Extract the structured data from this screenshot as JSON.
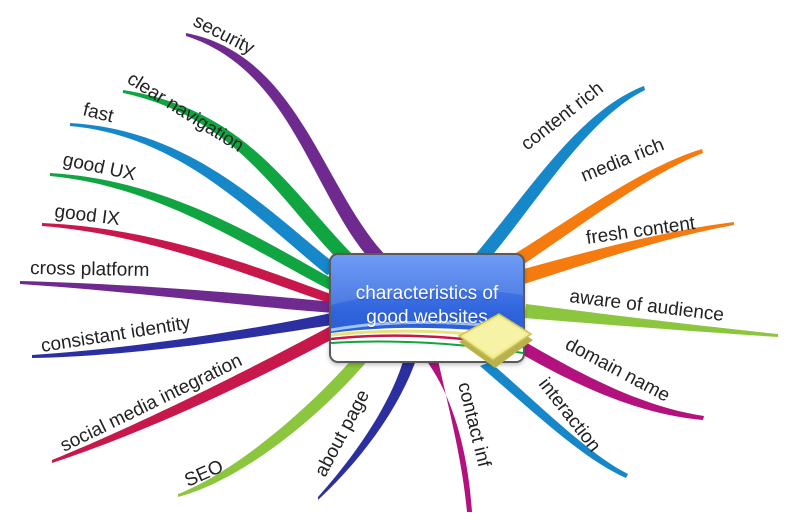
{
  "central": {
    "title_line1": "characteristics of",
    "title_line2": "good websites",
    "color": "#2f63dc"
  },
  "branches": {
    "security": "security",
    "clear_navigation": "clear navigation",
    "fast": "fast",
    "good_ux": "good UX",
    "good_ix": "good IX",
    "cross_platform": "cross platform",
    "consistent_identity": "consistant identity",
    "social_media_integration": "social media integration",
    "seo": "SEO",
    "about_page": "about page",
    "contact_inf": "contact inf",
    "interaction": "interaction",
    "domain_name": "domain name",
    "aware_of_audience": "aware of audience",
    "fresh_content": "fresh content",
    "media_rich": "media rich",
    "content_rich": "content rich"
  },
  "colors": {
    "purple": "#6f2a8f",
    "green": "#10a540",
    "blue": "#1687c9",
    "crimson": "#c8174a",
    "navy": "#2b2fa0",
    "lime": "#8cc63e",
    "magenta": "#b3127e",
    "orange": "#f57b0f",
    "yellow_note": "#e8e27a"
  },
  "icons": [
    "sticky-note-icon"
  ]
}
